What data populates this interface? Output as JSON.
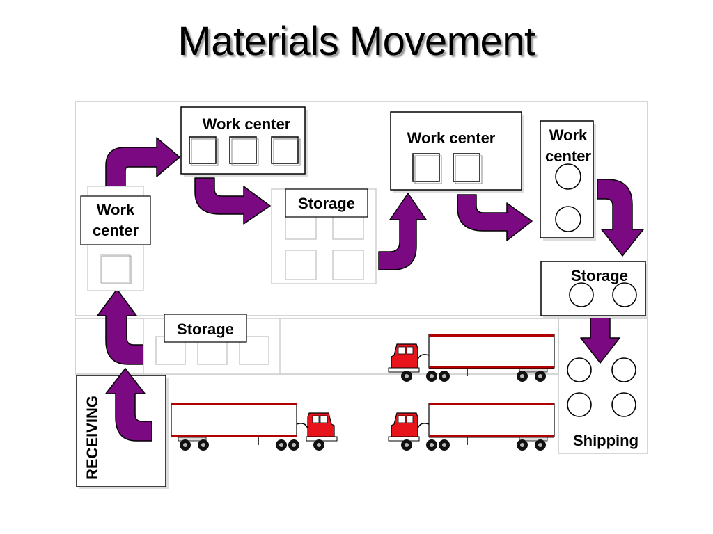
{
  "title": "Materials Movement",
  "labels": {
    "work_center_top": "Work center",
    "work_center_left_line1": "Work",
    "work_center_left_line2": "center",
    "work_center_mid": "Work center",
    "work_center_right_line1": "Work",
    "work_center_right_line2": "center",
    "storage_mid": "Storage",
    "storage_right": "Storage",
    "storage_lower": "Storage",
    "receiving": "RECEIVING",
    "shipping": "Shipping"
  },
  "colors": {
    "arrow_fill": "#7b0a82",
    "truck_cab": "#e8141b",
    "panel_border": "#c8c8c8"
  }
}
